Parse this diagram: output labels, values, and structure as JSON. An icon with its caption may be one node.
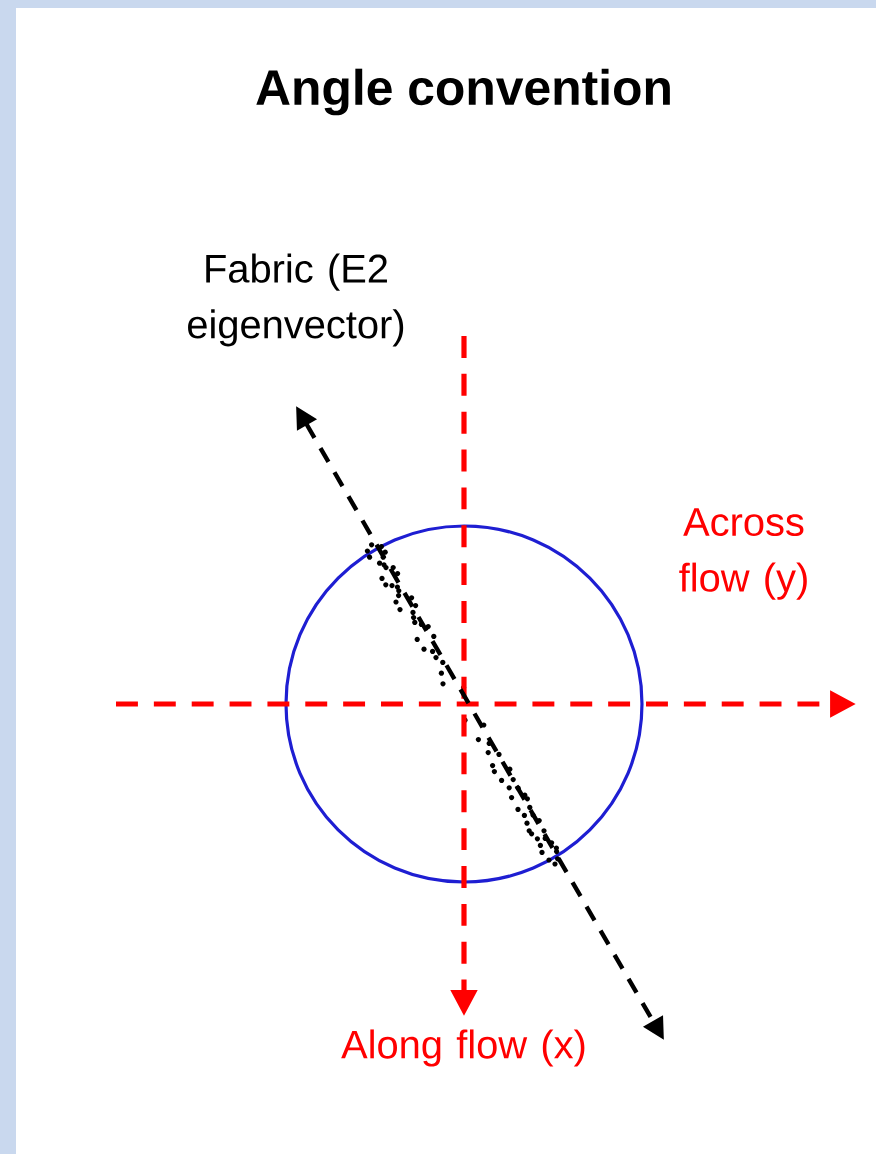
{
  "diagram": {
    "title": "Angle convention",
    "labels": [
      "Fabric (E2 eigenvector)",
      "Across flow (y)",
      "Along flow (x)"
    ]
  }
}
